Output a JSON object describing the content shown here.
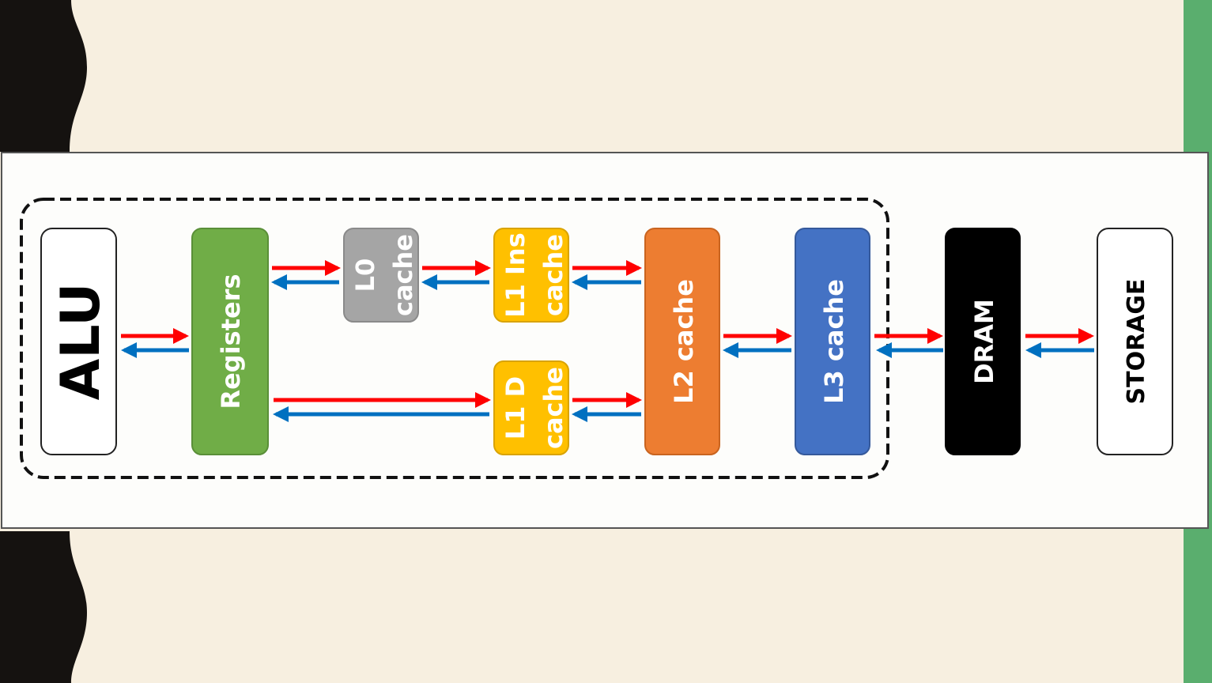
{
  "diagram": {
    "nodes": {
      "alu": "ALU",
      "registers": "Registers",
      "l0": [
        "L0",
        "cache"
      ],
      "l1_ins": [
        "L1 Ins",
        "cache"
      ],
      "l1_d": [
        "L1 D",
        "cache"
      ],
      "l2": "L2 cache",
      "l3": "L3 cache",
      "dram": "DRAM",
      "storage": "STORAGE"
    },
    "colors": {
      "registers": "#70ad47",
      "l0": "#a5a5a5",
      "l1": "#ffc000",
      "l2": "#ed7d31",
      "l3": "#4472c4",
      "dram": "#000000",
      "storage": "#ffffff",
      "alu": "#ffffff",
      "arrow_forward": "#ff0000",
      "arrow_back": "#0070c0",
      "background": "#f7efe0",
      "accent_band": "#5aae6e"
    },
    "icons": {
      "forward_arrow": "red-right-arrow-icon",
      "back_arrow": "blue-left-arrow-icon"
    }
  }
}
